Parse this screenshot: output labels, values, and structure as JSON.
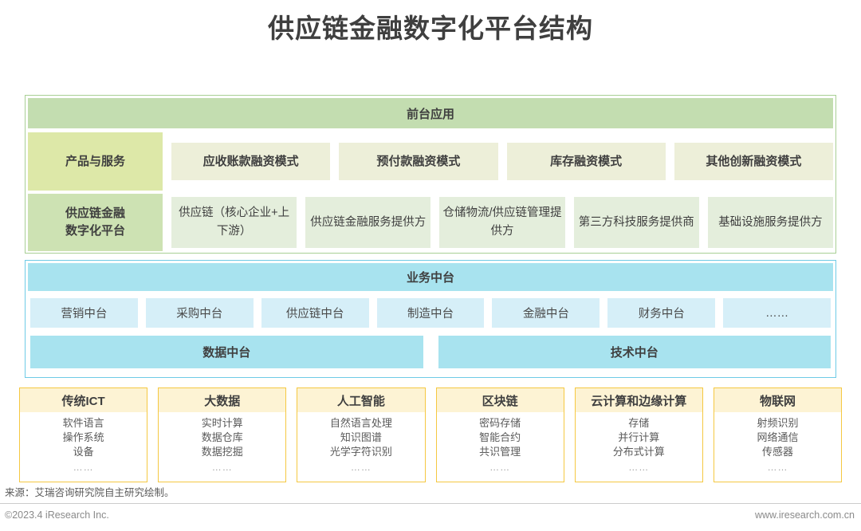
{
  "title": "供应链金融数字化平台结构",
  "colors": {
    "green_border": "#a8cf94",
    "green_header_fill": "#c3ddb0",
    "green_label_fill": "#dde8a8",
    "green_label2_fill": "#cde2b3",
    "green_item_fill": "#edefd9",
    "green_item2_fill": "#e4eedc",
    "blue_border": "#6ecbe6",
    "blue_header_fill": "#a8e3ef",
    "blue_item_fill": "#d6eff8",
    "card_border": "#f5c842",
    "card_header_fill": "#fdf3d4",
    "text": "#3f3f3f"
  },
  "green_section": {
    "header": "前台应用",
    "rows": [
      {
        "label": "产品与服务",
        "items": [
          "应收账款融资模式",
          "预付款融资模式",
          "库存融资模式",
          "其他创新融资模式"
        ]
      },
      {
        "label": "供应链金融\n数字化平台",
        "label_lines": [
          "供应链金融",
          "数字化平台"
        ],
        "items": [
          "供应链（核心企业+上下游）",
          "供应链金融服务提供方",
          "仓储物流/供应链管理提供方",
          "第三方科技服务提供商",
          "基础设施服务提供方"
        ]
      }
    ]
  },
  "blue_section": {
    "header": "业务中台",
    "items": [
      "营销中台",
      "采购中台",
      "供应链中台",
      "制造中台",
      "金融中台",
      "财务中台",
      "……"
    ],
    "wide_items": [
      "数据中台",
      "技术中台"
    ]
  },
  "cards": [
    {
      "title": "传统ICT",
      "items": [
        "软件语言",
        "操作系统",
        "设备"
      ],
      "more": "……"
    },
    {
      "title": "大数据",
      "items": [
        "实时计算",
        "数据仓库",
        "数据挖掘"
      ],
      "more": "……"
    },
    {
      "title": "人工智能",
      "items": [
        "自然语言处理",
        "知识图谱",
        "光学字符识别"
      ],
      "more": "……"
    },
    {
      "title": "区块链",
      "items": [
        "密码存储",
        "智能合约",
        "共识管理"
      ],
      "more": "……"
    },
    {
      "title": "云计算和边缘计算",
      "items": [
        "存储",
        "并行计算",
        "分布式计算"
      ],
      "more": "……"
    },
    {
      "title": "物联网",
      "items": [
        "射频识别",
        "网络通信",
        "传感器"
      ],
      "more": "……"
    }
  ],
  "footer": {
    "source": "来源：艾瑞咨询研究院自主研究绘制。",
    "copyright": "©2023.4 iResearch Inc.",
    "website": "www.iresearch.com.cn"
  }
}
